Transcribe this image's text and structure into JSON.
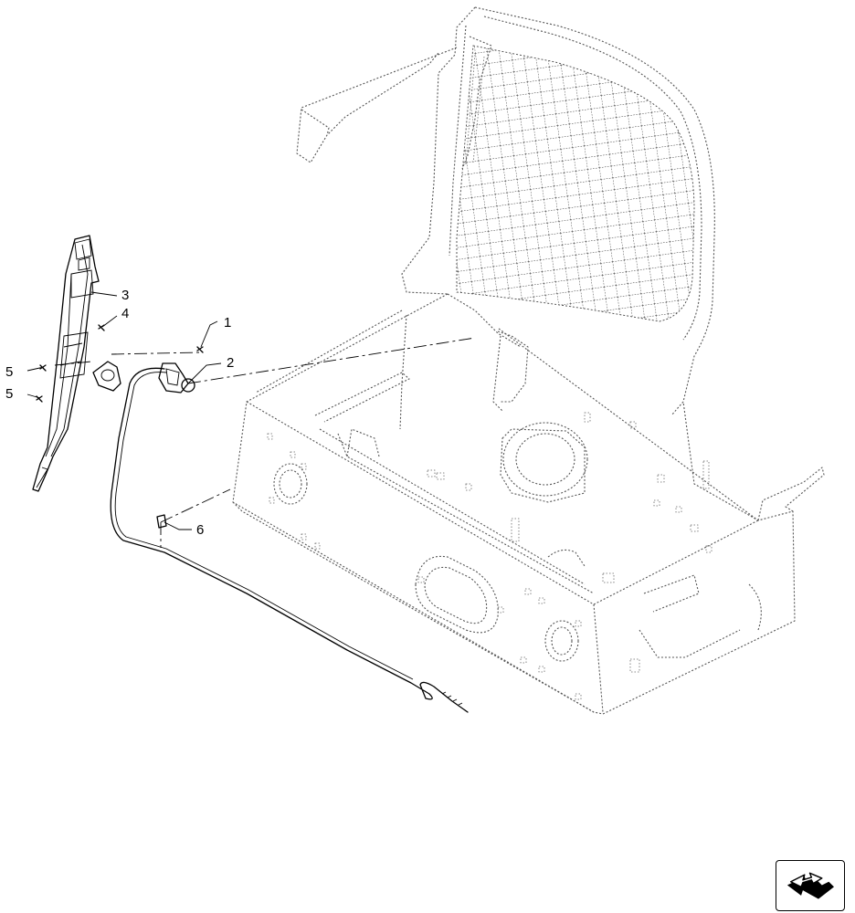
{
  "callouts": [
    {
      "id": "1",
      "text": "1"
    },
    {
      "id": "2",
      "text": "2"
    },
    {
      "id": "3",
      "text": "3"
    },
    {
      "id": "4",
      "text": "4"
    },
    {
      "id": "5a",
      "text": "5"
    },
    {
      "id": "5b",
      "text": "5"
    },
    {
      "id": "6",
      "text": "6"
    }
  ],
  "icons": {
    "nav": "return-arrow-icon"
  },
  "colors": {
    "line": "#000000",
    "hidden_line": "#555555",
    "background": "#ffffff"
  }
}
